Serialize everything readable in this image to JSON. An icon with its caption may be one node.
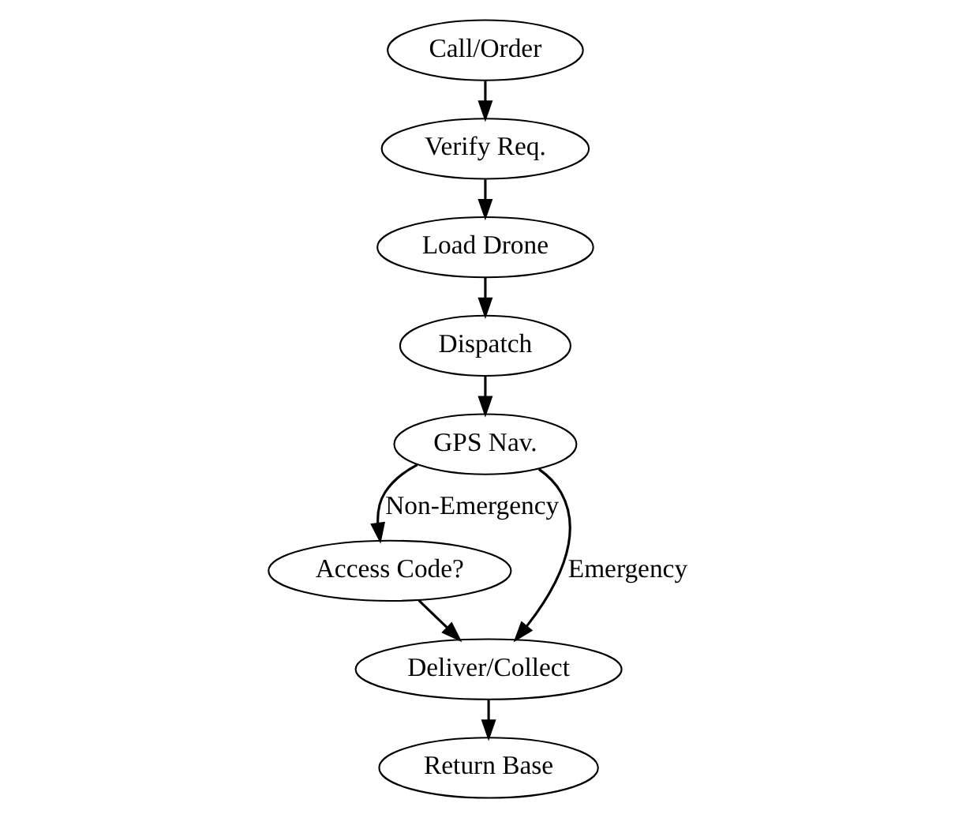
{
  "diagram": {
    "nodes": [
      {
        "text": [
          "Call/Order"
        ]
      },
      {
        "text": [
          "Verify Req."
        ]
      },
      {
        "text": [
          "Load Drone"
        ]
      },
      {
        "text": [
          "Dispatch"
        ]
      },
      {
        "text": [
          "GPS Nav."
        ]
      },
      {
        "text": [
          "Access Code?"
        ]
      },
      {
        "text": [
          "Deliver/Collect"
        ]
      },
      {
        "text": [
          "Return Base"
        ]
      }
    ],
    "edges": [
      {
        "from": 0,
        "to": 1,
        "arrow": "to"
      },
      {
        "from": 1,
        "to": 2,
        "arrow": "to"
      },
      {
        "from": 2,
        "to": 3,
        "arrow": "to"
      },
      {
        "from": 3,
        "to": 4,
        "arrow": "to"
      },
      {
        "from": 4,
        "to": 5,
        "arrow": "to",
        "label": "Non-Emergency"
      },
      {
        "from": 4,
        "to": 6,
        "arrow": "to",
        "label": "Emergency"
      },
      {
        "from": 5,
        "to": 6,
        "arrow": "to"
      },
      {
        "from": 6,
        "to": 7,
        "arrow": "to"
      }
    ]
  }
}
